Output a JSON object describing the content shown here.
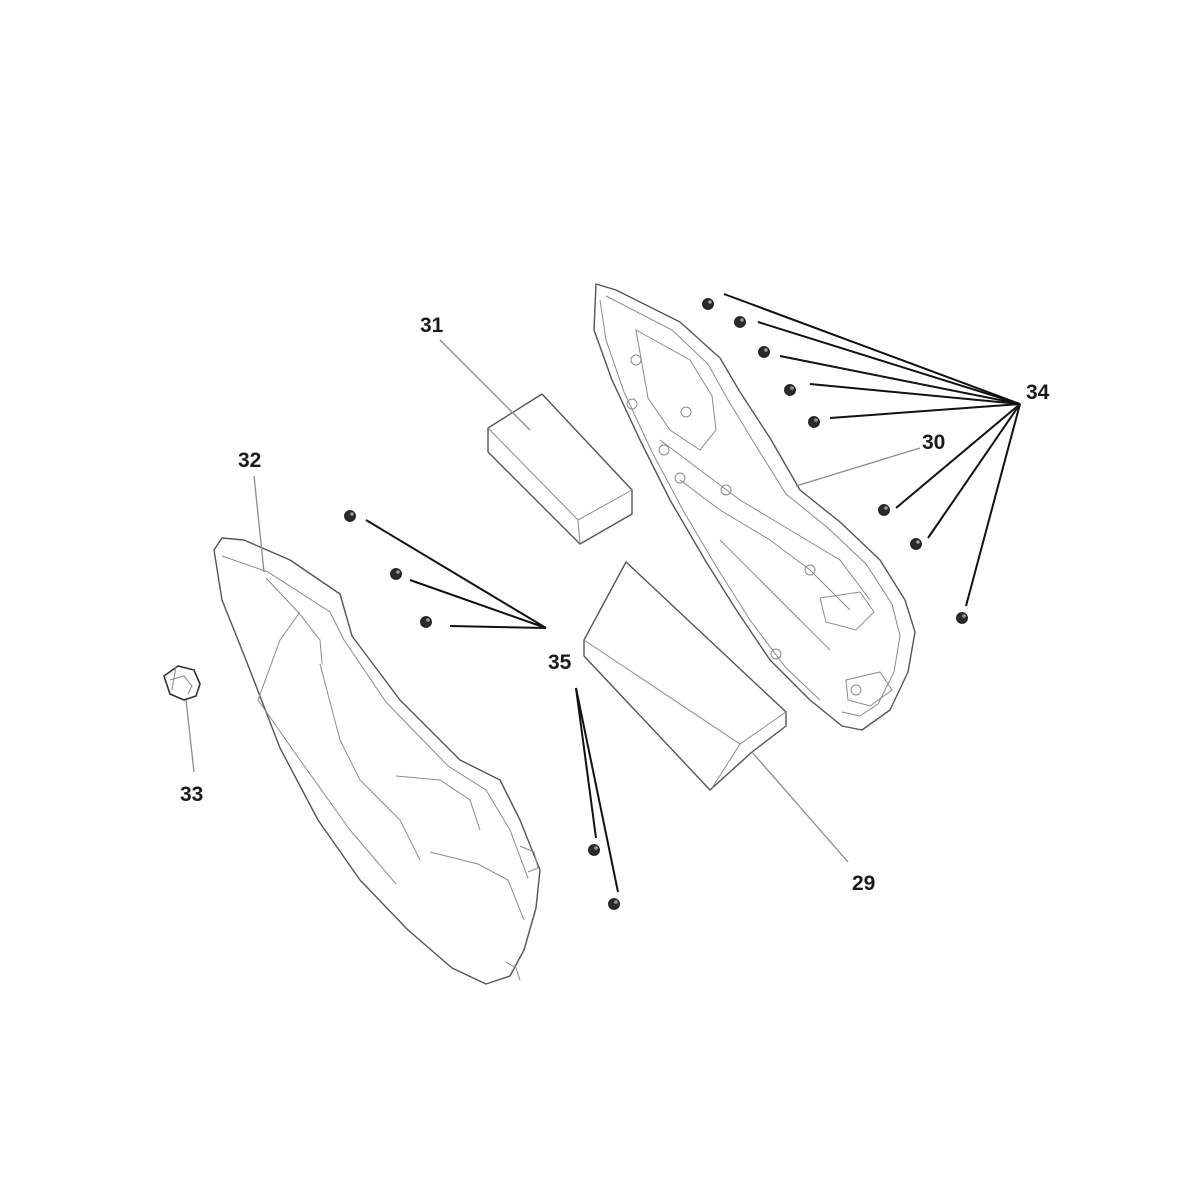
{
  "callouts": {
    "c29": "29",
    "c30": "30",
    "c31": "31",
    "c32": "32",
    "c33": "33",
    "c34": "34",
    "c35": "35"
  }
}
